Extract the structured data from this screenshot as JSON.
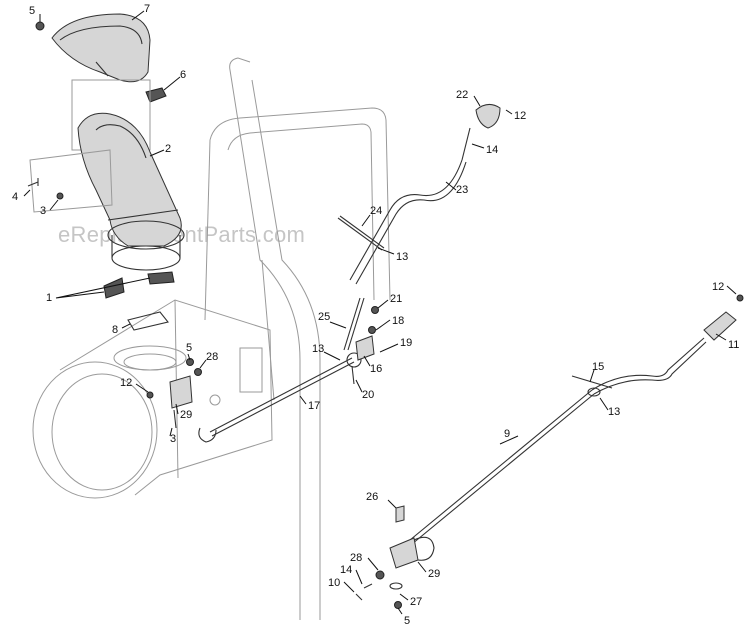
{
  "watermark": "eReplacementParts.com",
  "callouts": [
    "5",
    "7",
    "6",
    "2",
    "4",
    "3",
    "1",
    "8",
    "22",
    "12",
    "14",
    "23",
    "24",
    "13",
    "21",
    "25",
    "18",
    "19",
    "16",
    "20",
    "17",
    "12",
    "11",
    "15",
    "13",
    "9",
    "5",
    "28",
    "12",
    "29",
    "3",
    "13",
    "26",
    "28",
    "14",
    "10",
    "29",
    "27",
    "5"
  ]
}
